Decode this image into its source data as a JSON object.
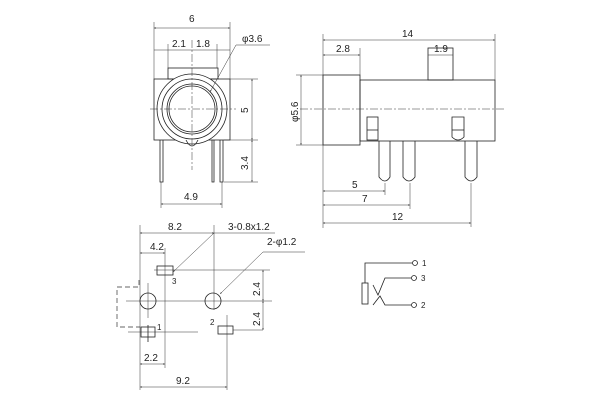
{
  "front_view": {
    "width": "6",
    "offset_left": "2.1",
    "offset_right": "1.8",
    "bore_diameter": "φ3.6",
    "body_height": "5",
    "pin_length": "3.4",
    "pin_spacing": "4.9"
  },
  "side_view": {
    "length": "14",
    "front_length": "2.8",
    "tab_width": "1.9",
    "front_diameter": "φ5.6",
    "pin1_distance": "5",
    "pin2_distance": "7",
    "pin3_distance": "12"
  },
  "footprint": {
    "span_upper": "8.2",
    "pad3_offset": "4.2",
    "pad_note": "3-0.8x1.2",
    "hole_note": "2-φ1.2",
    "pitch_upper": "2.4",
    "pitch_lower": "2.4",
    "pad1_offset": "2.2",
    "span_lower": "9.2",
    "pad_labels": [
      "3",
      "1",
      "2"
    ]
  },
  "schematic": {
    "terminals": [
      "1",
      "3",
      "2"
    ]
  }
}
